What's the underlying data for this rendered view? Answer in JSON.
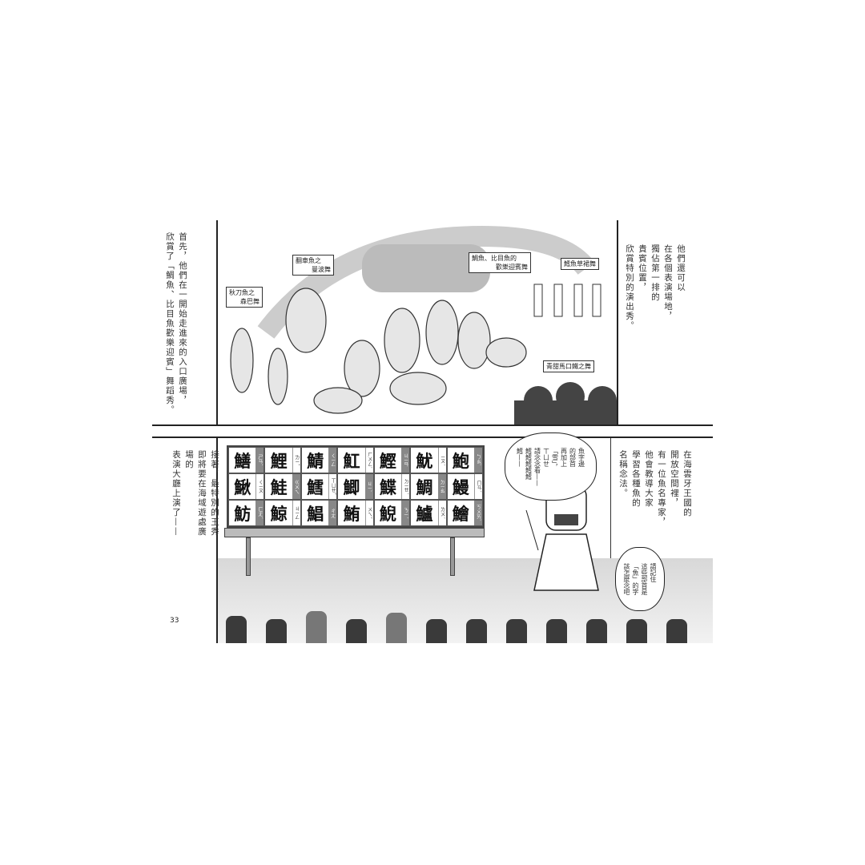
{
  "page_number": "33",
  "top_panel": {
    "narration_left": [
      "首先，他們在一開始走進來的入口廣場，",
      "欣賞了「鯛魚、比目魚歡樂迎賓」舞蹈秀。"
    ],
    "narration_right": [
      "他們還可以",
      "在各個表演場地，",
      "獨佔第一排的",
      "貴賓位置，",
      "欣賞特別的演出秀。"
    ],
    "labels": {
      "samba": [
        "秋刀魚之",
        "森巴舞"
      ],
      "mambo": [
        "翻車魚之",
        "曼波舞"
      ],
      "welcome": [
        "鯛魚、比目魚的",
        "歡樂迎賓舞"
      ],
      "hula": "鱈魚草裙舞",
      "harmonica": "青甜馬口鐵之舞"
    }
  },
  "bottom_panel": {
    "narration_left": [
      "接著，最特別的王秀",
      "即將要在海域遊處廣場的",
      "表演大廳上演了——"
    ],
    "narration_right": [
      "在海雲牙王國的",
      "開放空間裡，",
      "有一位魚名專家，",
      "他會教導大家",
      "學習各種魚的",
      "名稱念法。"
    ],
    "bubble_teacher": [
      "魚字邊",
      "的部首",
      "再加上",
      "「雪」，",
      "ㄒㄩㄝ",
      "請念念看——",
      "鱈鱈鱈鱈鱈",
      "鱈——"
    ],
    "bubble_remember": [
      "請記住",
      "這些部首是",
      "「魚」的字",
      "該怎麼念吧"
    ],
    "board": [
      [
        {
          "c": "鱔",
          "z": "ㄕㄢˋ"
        },
        {
          "c": "鯉",
          "z": "ㄌㄧˇ"
        },
        {
          "c": "鯖",
          "z": "ㄑㄧㄥ"
        },
        {
          "c": "魟",
          "z": "ㄏㄨㄥˊ"
        },
        {
          "c": "鰹",
          "z": "ㄐㄧㄢ"
        },
        {
          "c": "魷",
          "z": "ㄧㄡˊ"
        },
        {
          "c": "鮑",
          "z": "ㄅㄠˋ"
        }
      ],
      [
        {
          "c": "鰍",
          "z": "ㄑㄧㄡ"
        },
        {
          "c": "鮭",
          "z": "ㄍㄨㄟ"
        },
        {
          "c": "鱈",
          "z": "ㄒㄩㄝˇ"
        },
        {
          "c": "鯽",
          "z": "ㄐㄧˋ"
        },
        {
          "c": "鰈",
          "z": "ㄉㄧㄝˊ"
        },
        {
          "c": "鯛",
          "z": "ㄉㄧㄠ"
        },
        {
          "c": "鰻",
          "z": "ㄇㄢˊ"
        }
      ],
      [
        {
          "c": "魴",
          "z": "ㄈㄤˊ"
        },
        {
          "c": "鯨",
          "z": "ㄐㄧㄥ"
        },
        {
          "c": "鯧",
          "z": "ㄔㄤ"
        },
        {
          "c": "鮪",
          "z": "ㄨㄟˇ"
        },
        {
          "c": "鯢",
          "z": "ㄋㄧˊ"
        },
        {
          "c": "鱸",
          "z": "ㄌㄨˊ"
        },
        {
          "c": "鱠",
          "z": "ㄎㄨㄞˋ"
        }
      ]
    ]
  }
}
